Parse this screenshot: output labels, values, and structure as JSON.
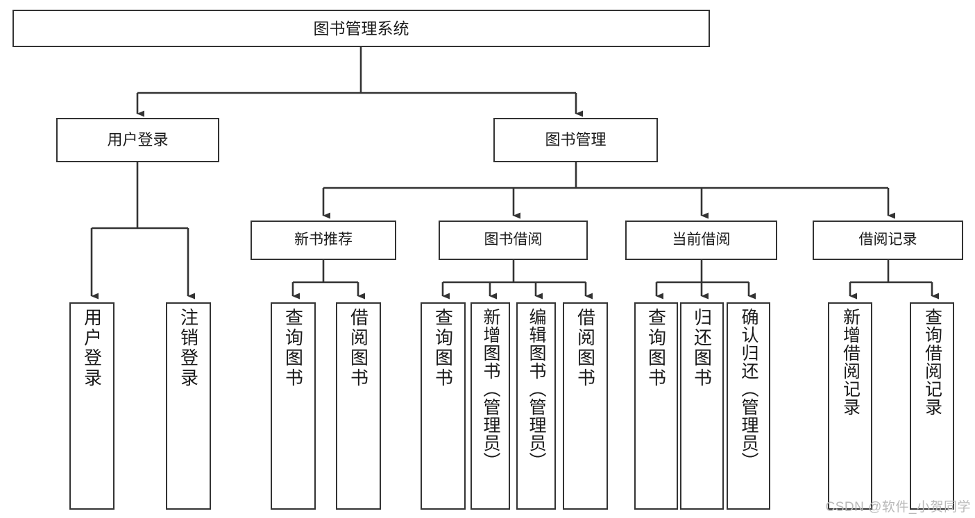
{
  "diagram": {
    "title": "图书管理系统",
    "type": "tree-hierarchy",
    "root": {
      "id": "root",
      "label": "图书管理系统"
    },
    "level2": [
      {
        "id": "user-login",
        "label": "用户登录"
      },
      {
        "id": "book-manage",
        "label": "图书管理"
      }
    ],
    "level3": [
      {
        "id": "new-book-rec",
        "label": "新书推荐"
      },
      {
        "id": "book-borrow",
        "label": "图书借阅"
      },
      {
        "id": "current-borrow",
        "label": "当前借阅"
      },
      {
        "id": "borrow-record",
        "label": "借阅记录"
      }
    ],
    "leaves": {
      "user_login": [
        {
          "id": "leaf-user-login",
          "label": "用户登录"
        },
        {
          "id": "leaf-logout",
          "label": "注销登录"
        }
      ],
      "new_book_rec": [
        {
          "id": "leaf-query-book-1",
          "label": "查询图书"
        },
        {
          "id": "leaf-borrow-book-1",
          "label": "借阅图书"
        }
      ],
      "book_borrow": [
        {
          "id": "leaf-query-book-2",
          "label": "查询图书"
        },
        {
          "id": "leaf-add-book",
          "label": "新增图书（管理员）"
        },
        {
          "id": "leaf-edit-book",
          "label": "编辑图书（管理员）"
        },
        {
          "id": "leaf-borrow-book-2",
          "label": "借阅图书"
        }
      ],
      "current_borrow": [
        {
          "id": "leaf-query-book-3",
          "label": "查询图书"
        },
        {
          "id": "leaf-return-book",
          "label": "归还图书"
        },
        {
          "id": "leaf-confirm-return",
          "label": "确认归还（管理员）"
        }
      ],
      "borrow_record": [
        {
          "id": "leaf-add-record",
          "label": "新增借阅记录"
        },
        {
          "id": "leaf-query-record",
          "label": "查询借阅记录"
        }
      ]
    }
  },
  "colors": {
    "background": "#ffffff",
    "box_border": "#333333",
    "box_fill": "#ffffff",
    "connector": "#333333",
    "text": "#1a1a1a",
    "watermark": "#b9b9b9"
  },
  "watermark": {
    "text": "CSDN @软件_小贺同学"
  }
}
